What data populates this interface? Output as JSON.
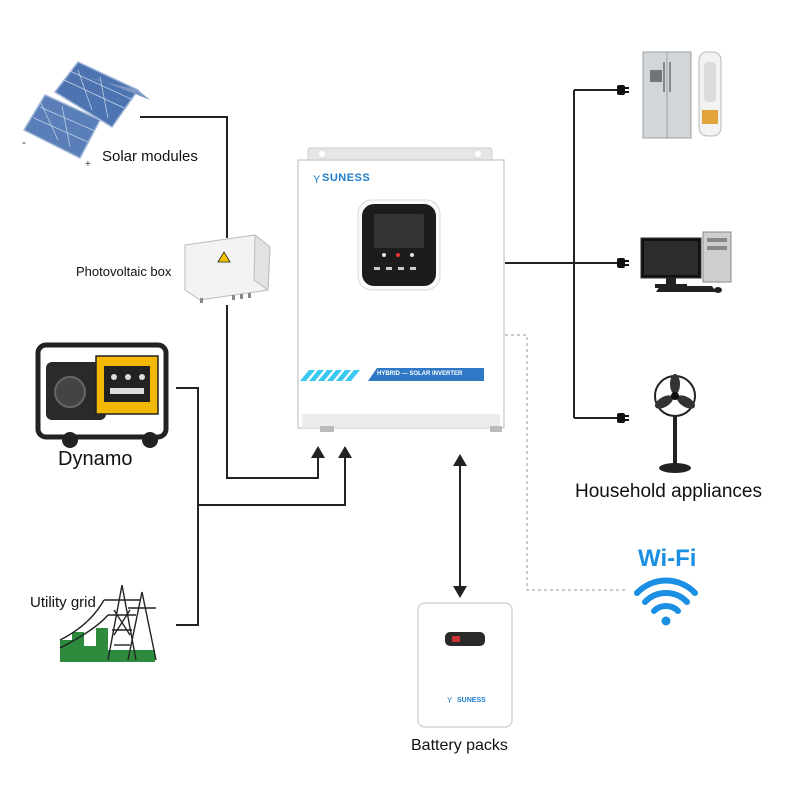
{
  "diagram": {
    "components": {
      "solar_modules": "Solar modules",
      "photovoltaic_box": "Photovoltaic box",
      "dynamo": "Dynamo",
      "utility_grid": "Utility grid",
      "household_appliances": "Household appliances",
      "battery_packs": "Battery packs",
      "wifi": "Wi-Fi"
    },
    "inverter": {
      "brand": "SUNESS",
      "banner": "HYBRID — SOLAR INVERTER"
    },
    "battery": {
      "brand": "SUNESS"
    },
    "solar_terminals": {
      "negative": "-",
      "positive": "+"
    }
  },
  "colors": {
    "line": "#222222",
    "dashed": "#aaaaaa",
    "brand_blue": "#1f7fd0",
    "wifi_blue": "#1a8fe3",
    "accent_cyan": "#38c8f0",
    "generator_yellow": "#f5b800",
    "grid_green": "#2e8b3e"
  }
}
